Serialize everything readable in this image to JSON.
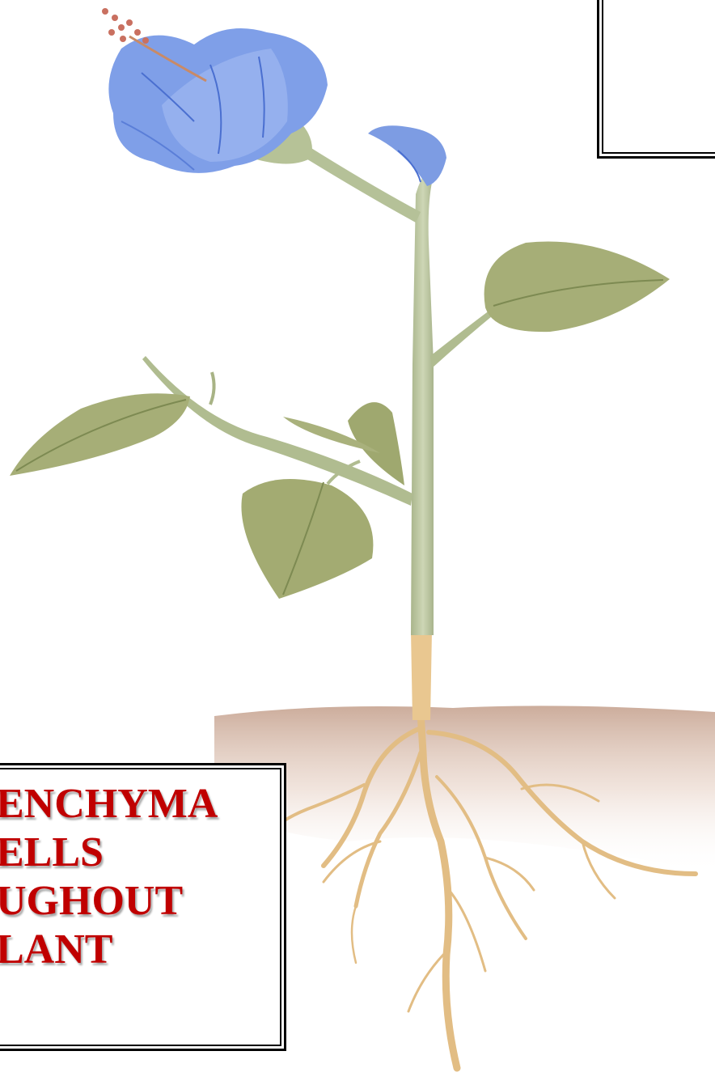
{
  "caption": {
    "lines": [
      "ENCHYMA",
      "ELLS",
      "UGHOUT",
      "LANT"
    ]
  },
  "colors": {
    "flower": "#7f9fe8",
    "flower_dark": "#4a6fd0",
    "stem": "#b7c49c",
    "leaf": "#a8b07a",
    "leaf_dark": "#7d8a52",
    "root": "#e6c48c",
    "soil": "#c9a896",
    "caption_red": "#c00000"
  }
}
